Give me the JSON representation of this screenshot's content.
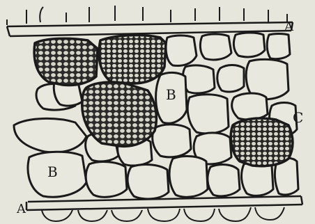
{
  "figure": {
    "labels": {
      "a_top": "A",
      "a_bottom": "A",
      "b_center": "B",
      "b_lower_left": "B",
      "c_right": "C"
    },
    "colors": {
      "background": "#e6e6dc",
      "cell_wall": "#1a1a1a",
      "cell_lumen": "#e8e8de",
      "dense_tissue_fill": "#2a2a28",
      "dense_tissue_cells": "#d4d4c8"
    }
  }
}
